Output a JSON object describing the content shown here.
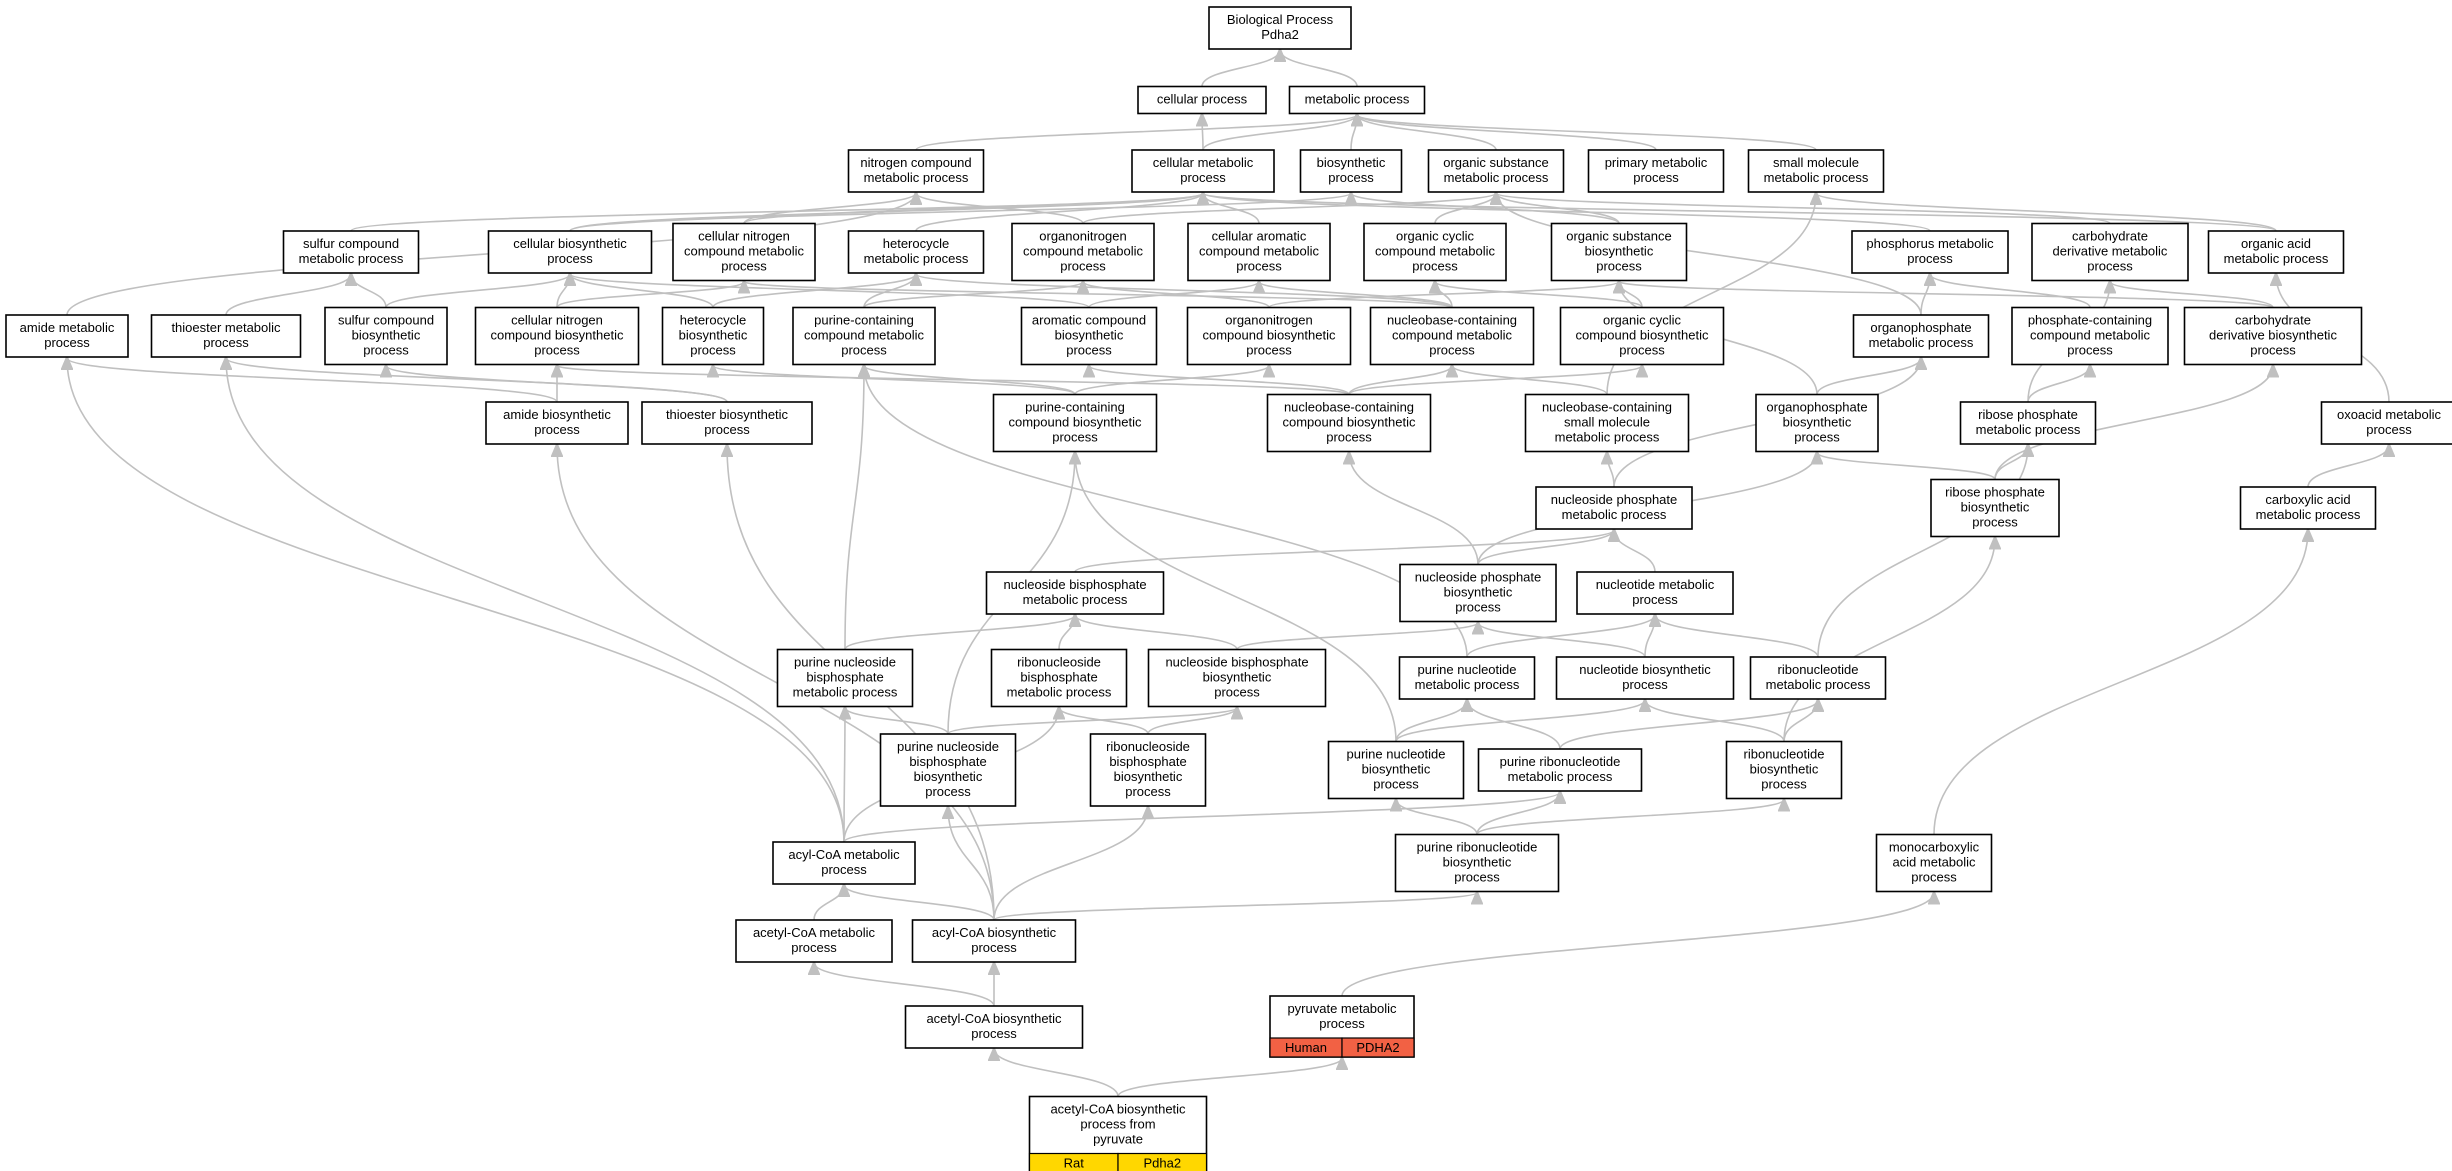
{
  "graph": {
    "nodes": [
      {
        "id": "root",
        "lines": [
          "Biological Process",
          "Pdha2"
        ]
      },
      {
        "id": "cp",
        "lines": [
          "cellular process"
        ]
      },
      {
        "id": "mp",
        "lines": [
          "metabolic process"
        ]
      },
      {
        "id": "ncmp",
        "lines": [
          "nitrogen compound",
          "metabolic process"
        ]
      },
      {
        "id": "cmp",
        "lines": [
          "cellular metabolic",
          "process"
        ]
      },
      {
        "id": "bp",
        "lines": [
          "biosynthetic",
          "process"
        ]
      },
      {
        "id": "osmp",
        "lines": [
          "organic substance",
          "metabolic process"
        ]
      },
      {
        "id": "pmp",
        "lines": [
          "primary metabolic",
          "process"
        ]
      },
      {
        "id": "smmp",
        "lines": [
          "small molecule",
          "metabolic process"
        ]
      },
      {
        "id": "scmp",
        "lines": [
          "sulfur compound",
          "metabolic process"
        ]
      },
      {
        "id": "cbp",
        "lines": [
          "cellular biosynthetic",
          "process"
        ]
      },
      {
        "id": "cncmp",
        "lines": [
          "cellular nitrogen",
          "compound metabolic",
          "process"
        ]
      },
      {
        "id": "hmp",
        "lines": [
          "heterocycle",
          "metabolic process"
        ]
      },
      {
        "id": "oncmp",
        "lines": [
          "organonitrogen",
          "compound metabolic",
          "process"
        ]
      },
      {
        "id": "cacmp",
        "lines": [
          "cellular aromatic",
          "compound metabolic",
          "process"
        ]
      },
      {
        "id": "occmp",
        "lines": [
          "organic cyclic",
          "compound metabolic",
          "process"
        ]
      },
      {
        "id": "osbp",
        "lines": [
          "organic substance",
          "biosynthetic",
          "process"
        ]
      },
      {
        "id": "phmp",
        "lines": [
          "phosphorus metabolic",
          "process"
        ]
      },
      {
        "id": "cdmp",
        "lines": [
          "carbohydrate",
          "derivative metabolic",
          "process"
        ]
      },
      {
        "id": "oamp",
        "lines": [
          "organic acid",
          "metabolic process"
        ]
      },
      {
        "id": "amp",
        "lines": [
          "amide metabolic",
          "process"
        ]
      },
      {
        "id": "tmp",
        "lines": [
          "thioester metabolic",
          "process"
        ]
      },
      {
        "id": "scbp",
        "lines": [
          "sulfur compound",
          "biosynthetic",
          "process"
        ]
      },
      {
        "id": "cncbp",
        "lines": [
          "cellular nitrogen",
          "compound biosynthetic",
          "process"
        ]
      },
      {
        "id": "hbp",
        "lines": [
          "heterocycle",
          "biosynthetic",
          "process"
        ]
      },
      {
        "id": "pccmp",
        "lines": [
          "purine-containing",
          "compound metabolic",
          "process"
        ]
      },
      {
        "id": "acbp",
        "lines": [
          "aromatic compound",
          "biosynthetic",
          "process"
        ]
      },
      {
        "id": "oncbp",
        "lines": [
          "organonitrogen",
          "compound biosynthetic",
          "process"
        ]
      },
      {
        "id": "nbccmp",
        "lines": [
          "nucleobase-containing",
          "compound metabolic",
          "process"
        ]
      },
      {
        "id": "occbp",
        "lines": [
          "organic cyclic",
          "compound biosynthetic",
          "process"
        ]
      },
      {
        "id": "opmp",
        "lines": [
          "organophosphate",
          "metabolic process"
        ]
      },
      {
        "id": "pcmp",
        "lines": [
          "phosphate-containing",
          "compound metabolic",
          "process"
        ]
      },
      {
        "id": "cdbp",
        "lines": [
          "carbohydrate",
          "derivative biosynthetic",
          "process"
        ]
      },
      {
        "id": "ambp",
        "lines": [
          "amide biosynthetic",
          "process"
        ]
      },
      {
        "id": "tbp",
        "lines": [
          "thioester biosynthetic",
          "process"
        ]
      },
      {
        "id": "pccbp",
        "lines": [
          "purine-containing",
          "compound biosynthetic",
          "process"
        ]
      },
      {
        "id": "nbccbp",
        "lines": [
          "nucleobase-containing",
          "compound biosynthetic",
          "process"
        ]
      },
      {
        "id": "nbcsm",
        "lines": [
          "nucleobase-containing",
          "small molecule",
          "metabolic process"
        ]
      },
      {
        "id": "opbp",
        "lines": [
          "organophosphate",
          "biosynthetic",
          "process"
        ]
      },
      {
        "id": "rpmp",
        "lines": [
          "ribose phosphate",
          "metabolic process"
        ]
      },
      {
        "id": "oxmp",
        "lines": [
          "oxoacid metabolic",
          "process"
        ]
      },
      {
        "id": "npmp",
        "lines": [
          "nucleoside phosphate",
          "metabolic process"
        ]
      },
      {
        "id": "rpbp",
        "lines": [
          "ribose phosphate",
          "biosynthetic",
          "process"
        ]
      },
      {
        "id": "camp",
        "lines": [
          "carboxylic acid",
          "metabolic process"
        ]
      },
      {
        "id": "nbsmp",
        "lines": [
          "nucleoside bisphosphate",
          "metabolic process"
        ]
      },
      {
        "id": "npbp",
        "lines": [
          "nucleoside phosphate",
          "biosynthetic",
          "process"
        ]
      },
      {
        "id": "ntmp",
        "lines": [
          "nucleotide metabolic",
          "process"
        ]
      },
      {
        "id": "pnbmp",
        "lines": [
          "purine nucleoside",
          "bisphosphate",
          "metabolic process"
        ]
      },
      {
        "id": "rnbmp",
        "lines": [
          "ribonucleoside",
          "bisphosphate",
          "metabolic process"
        ]
      },
      {
        "id": "nbsbp",
        "lines": [
          "nucleoside bisphosphate",
          "biosynthetic",
          "process"
        ]
      },
      {
        "id": "pntmp",
        "lines": [
          "purine nucleotide",
          "metabolic process"
        ]
      },
      {
        "id": "ntbp",
        "lines": [
          "nucleotide biosynthetic",
          "process"
        ]
      },
      {
        "id": "rntmp",
        "lines": [
          "ribonucleotide",
          "metabolic process"
        ]
      },
      {
        "id": "pnbbp",
        "lines": [
          "purine nucleoside",
          "bisphosphate",
          "biosynthetic",
          "process"
        ]
      },
      {
        "id": "rnbbp",
        "lines": [
          "ribonucleoside",
          "bisphosphate",
          "biosynthetic",
          "process"
        ]
      },
      {
        "id": "pntbp",
        "lines": [
          "purine nucleotide",
          "biosynthetic",
          "process"
        ]
      },
      {
        "id": "prnmp",
        "lines": [
          "purine ribonucleotide",
          "metabolic process"
        ]
      },
      {
        "id": "rntbp",
        "lines": [
          "ribonucleotide",
          "biosynthetic",
          "process"
        ]
      },
      {
        "id": "acmp",
        "lines": [
          "acyl-CoA metabolic",
          "process"
        ]
      },
      {
        "id": "prnbp",
        "lines": [
          "purine ribonucleotide",
          "biosynthetic",
          "process"
        ]
      },
      {
        "id": "mcamp",
        "lines": [
          "monocarboxylic",
          "acid metabolic",
          "process"
        ]
      },
      {
        "id": "accmp",
        "lines": [
          "acetyl-CoA metabolic",
          "process"
        ]
      },
      {
        "id": "acybp",
        "lines": [
          "acyl-CoA biosynthetic",
          "process"
        ]
      },
      {
        "id": "pymp",
        "lines": [
          "pyruvate metabolic",
          "process"
        ],
        "tags": [
          {
            "label": "Human",
            "color": "#f26144"
          },
          {
            "label": "PDHA2",
            "color": "#f26144"
          }
        ]
      },
      {
        "id": "accbp",
        "lines": [
          "acetyl-CoA biosynthetic",
          "process"
        ]
      },
      {
        "id": "acpyr",
        "lines": [
          "acetyl-CoA biosynthetic",
          "process from",
          "pyruvate"
        ],
        "tags": [
          {
            "label": "Rat",
            "color": "#ffd700"
          },
          {
            "label": "Pdha2",
            "color": "#ffd700"
          }
        ]
      }
    ],
    "edges": [
      [
        "cp",
        "root"
      ],
      [
        "mp",
        "root"
      ],
      [
        "cmp",
        "cp"
      ],
      [
        "cmp",
        "mp"
      ],
      [
        "bp",
        "mp"
      ],
      [
        "osmp",
        "mp"
      ],
      [
        "pmp",
        "mp"
      ],
      [
        "smmp",
        "mp"
      ],
      [
        "ncmp",
        "mp"
      ],
      [
        "cncmp",
        "ncmp"
      ],
      [
        "cncmp",
        "cmp"
      ],
      [
        "oncmp",
        "ncmp"
      ],
      [
        "oncmp",
        "osmp"
      ],
      [
        "hmp",
        "cmp"
      ],
      [
        "cacmp",
        "cmp"
      ],
      [
        "occmp",
        "osmp"
      ],
      [
        "scmp",
        "cmp"
      ],
      [
        "cbp",
        "cmp"
      ],
      [
        "cbp",
        "bp"
      ],
      [
        "osbp",
        "bp"
      ],
      [
        "osbp",
        "osmp"
      ],
      [
        "phmp",
        "cmp"
      ],
      [
        "cdmp",
        "osmp"
      ],
      [
        "oamp",
        "smmp"
      ],
      [
        "oamp",
        "cmp"
      ],
      [
        "amp",
        "ncmp"
      ],
      [
        "tmp",
        "scmp"
      ],
      [
        "scbp",
        "scmp"
      ],
      [
        "scbp",
        "cbp"
      ],
      [
        "cncbp",
        "cncmp"
      ],
      [
        "cncbp",
        "cbp"
      ],
      [
        "hbp",
        "hmp"
      ],
      [
        "hbp",
        "cbp"
      ],
      [
        "pccmp",
        "hmp"
      ],
      [
        "pccmp",
        "oncmp"
      ],
      [
        "acbp",
        "cacmp"
      ],
      [
        "acbp",
        "cbp"
      ],
      [
        "oncbp",
        "oncmp"
      ],
      [
        "oncbp",
        "osbp"
      ],
      [
        "nbccmp",
        "cncmp"
      ],
      [
        "nbccmp",
        "hmp"
      ],
      [
        "nbccmp",
        "cacmp"
      ],
      [
        "nbccmp",
        "occmp"
      ],
      [
        "occbp",
        "occmp"
      ],
      [
        "occbp",
        "osbp"
      ],
      [
        "opmp",
        "phmp"
      ],
      [
        "opmp",
        "osmp"
      ],
      [
        "pcmp",
        "phmp"
      ],
      [
        "cdbp",
        "cdmp"
      ],
      [
        "cdbp",
        "osbp"
      ],
      [
        "ambp",
        "amp"
      ],
      [
        "ambp",
        "cncbp"
      ],
      [
        "tbp",
        "tmp"
      ],
      [
        "tbp",
        "scbp"
      ],
      [
        "pccbp",
        "pccmp"
      ],
      [
        "pccbp",
        "hbp"
      ],
      [
        "pccbp",
        "oncbp"
      ],
      [
        "nbccbp",
        "nbccmp"
      ],
      [
        "nbccbp",
        "cncbp"
      ],
      [
        "nbccbp",
        "acbp"
      ],
      [
        "nbccbp",
        "occbp"
      ],
      [
        "nbcsm",
        "nbccmp"
      ],
      [
        "nbcsm",
        "smmp"
      ],
      [
        "opbp",
        "opmp"
      ],
      [
        "opbp",
        "osbp"
      ],
      [
        "rpmp",
        "pcmp"
      ],
      [
        "rpmp",
        "cdmp"
      ],
      [
        "oxmp",
        "oamp"
      ],
      [
        "npmp",
        "nbcsm"
      ],
      [
        "npmp",
        "opmp"
      ],
      [
        "rpbp",
        "rpmp"
      ],
      [
        "rpbp",
        "opbp"
      ],
      [
        "rpbp",
        "cdbp"
      ],
      [
        "camp",
        "oxmp"
      ],
      [
        "nbsmp",
        "npmp"
      ],
      [
        "npbp",
        "npmp"
      ],
      [
        "npbp",
        "nbccbp"
      ],
      [
        "npbp",
        "opbp"
      ],
      [
        "ntmp",
        "npmp"
      ],
      [
        "pnbmp",
        "nbsmp"
      ],
      [
        "pnbmp",
        "pccmp"
      ],
      [
        "rnbmp",
        "nbsmp"
      ],
      [
        "nbsbp",
        "nbsmp"
      ],
      [
        "nbsbp",
        "npbp"
      ],
      [
        "pntmp",
        "ntmp"
      ],
      [
        "pntmp",
        "pccmp"
      ],
      [
        "ntbp",
        "ntmp"
      ],
      [
        "ntbp",
        "npbp"
      ],
      [
        "rntmp",
        "ntmp"
      ],
      [
        "rntmp",
        "rpmp"
      ],
      [
        "pnbbp",
        "pnbmp"
      ],
      [
        "pnbbp",
        "nbsbp"
      ],
      [
        "pnbbp",
        "pccbp"
      ],
      [
        "rnbbp",
        "rnbmp"
      ],
      [
        "rnbbp",
        "nbsbp"
      ],
      [
        "pntbp",
        "pntmp"
      ],
      [
        "pntbp",
        "ntbp"
      ],
      [
        "pntbp",
        "pccbp"
      ],
      [
        "prnmp",
        "pntmp"
      ],
      [
        "prnmp",
        "rntmp"
      ],
      [
        "rntbp",
        "rntmp"
      ],
      [
        "rntbp",
        "ntbp"
      ],
      [
        "rntbp",
        "rpbp"
      ],
      [
        "acmp",
        "pnbmp"
      ],
      [
        "acmp",
        "rnbmp"
      ],
      [
        "acmp",
        "amp"
      ],
      [
        "acmp",
        "tmp"
      ],
      [
        "acmp",
        "prnmp"
      ],
      [
        "prnbp",
        "pntbp"
      ],
      [
        "prnbp",
        "prnmp"
      ],
      [
        "prnbp",
        "rntbp"
      ],
      [
        "mcamp",
        "camp"
      ],
      [
        "accmp",
        "acmp"
      ],
      [
        "acybp",
        "acmp"
      ],
      [
        "acybp",
        "pnbbp"
      ],
      [
        "acybp",
        "rnbbp"
      ],
      [
        "acybp",
        "ambp"
      ],
      [
        "acybp",
        "tbp"
      ],
      [
        "acybp",
        "prnbp"
      ],
      [
        "pymp",
        "mcamp"
      ],
      [
        "accbp",
        "accmp"
      ],
      [
        "accbp",
        "acybp"
      ],
      [
        "acpyr",
        "accbp"
      ],
      [
        "acpyr",
        "pymp"
      ]
    ]
  }
}
